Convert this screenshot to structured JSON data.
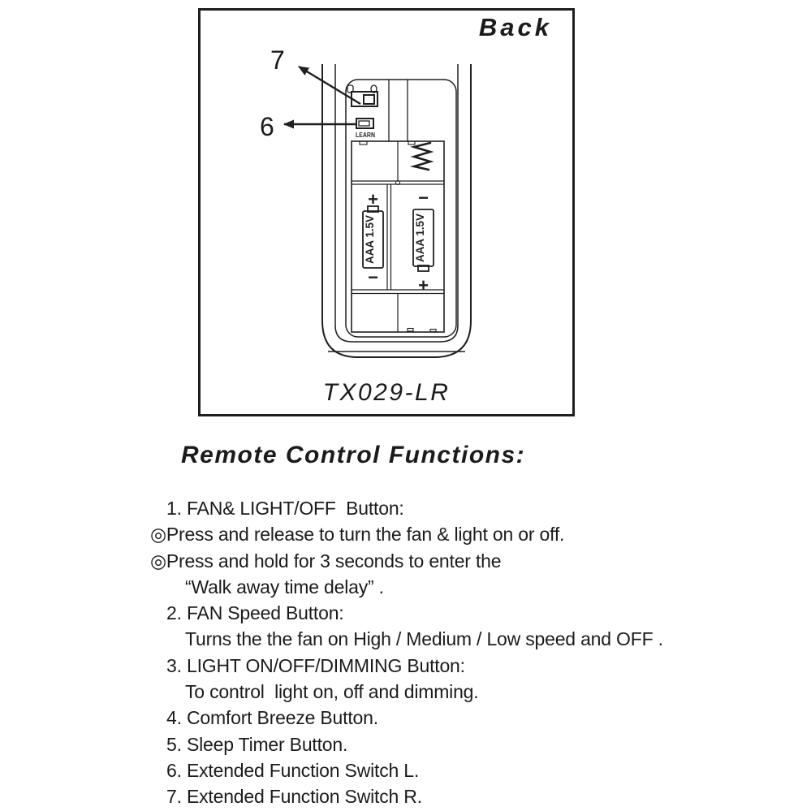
{
  "figure": {
    "title": "Back",
    "model": "TX029-LR",
    "callout_7": "7",
    "callout_6": "6",
    "learn_label": "LEARN",
    "battery_left": {
      "top_sign": "+",
      "label": "AAA 1.5V",
      "bottom_sign": "−"
    },
    "battery_right": {
      "top_sign": "−",
      "label": "AAA 1.5V",
      "bottom_sign": "+"
    }
  },
  "heading": "Remote Control Functions:",
  "list": [
    {
      "text": "1. FAN& LIGHT/OFF  Button:"
    },
    {
      "text": "◎Press and release to turn the fan & light on or off."
    },
    {
      "text": "◎Press and hold for 3 seconds to enter the"
    },
    {
      "text": "“Walk away time delay” ."
    },
    {
      "text": "2. FAN Speed Button:"
    },
    {
      "text": "Turns the the fan on High / Medium / Low speed and OFF ."
    },
    {
      "text": "3. LIGHT ON/OFF/DIMMING Button:"
    },
    {
      "text": "To control  light on, off and dimming."
    },
    {
      "text": "4. Comfort Breeze Button."
    },
    {
      "text": "5. Sleep Timer Button."
    },
    {
      "text": "6. Extended Function Switch L."
    },
    {
      "text": "7. Extended Function Switch R."
    }
  ]
}
